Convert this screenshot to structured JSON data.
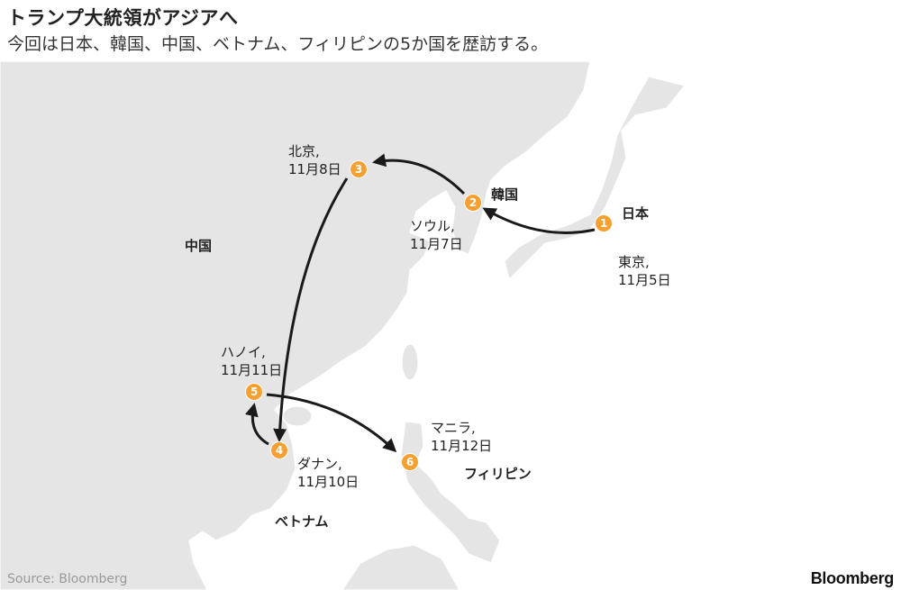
{
  "header": {
    "title": "トランプ大統領がアジアへ",
    "subtitle": "今回は日本、韓国、中国、ベトナム、フィリピンの5か国を歴訪する。"
  },
  "colors": {
    "marker": "#f5a031",
    "land": "#e5e5e5",
    "border": "#ffffff",
    "arrow": "#1a1a1a"
  },
  "countries": {
    "japan": "日本",
    "korea": "韓国",
    "china": "中国",
    "vietnam": "ベトナム",
    "philippines": "フィリピン"
  },
  "stops": [
    {
      "num": "1",
      "city": "東京,",
      "date": "11月5日"
    },
    {
      "num": "2",
      "city": "ソウル,",
      "date": "11月7日"
    },
    {
      "num": "3",
      "city": "北京,",
      "date": "11月8日"
    },
    {
      "num": "4",
      "city": "ダナン,",
      "date": "11月10日"
    },
    {
      "num": "5",
      "city": "ハノイ,",
      "date": "11月11日"
    },
    {
      "num": "6",
      "city": "マニラ,",
      "date": "11月12日"
    }
  ],
  "footer": {
    "source": "Source: Bloomberg",
    "logo": "Bloomberg"
  }
}
